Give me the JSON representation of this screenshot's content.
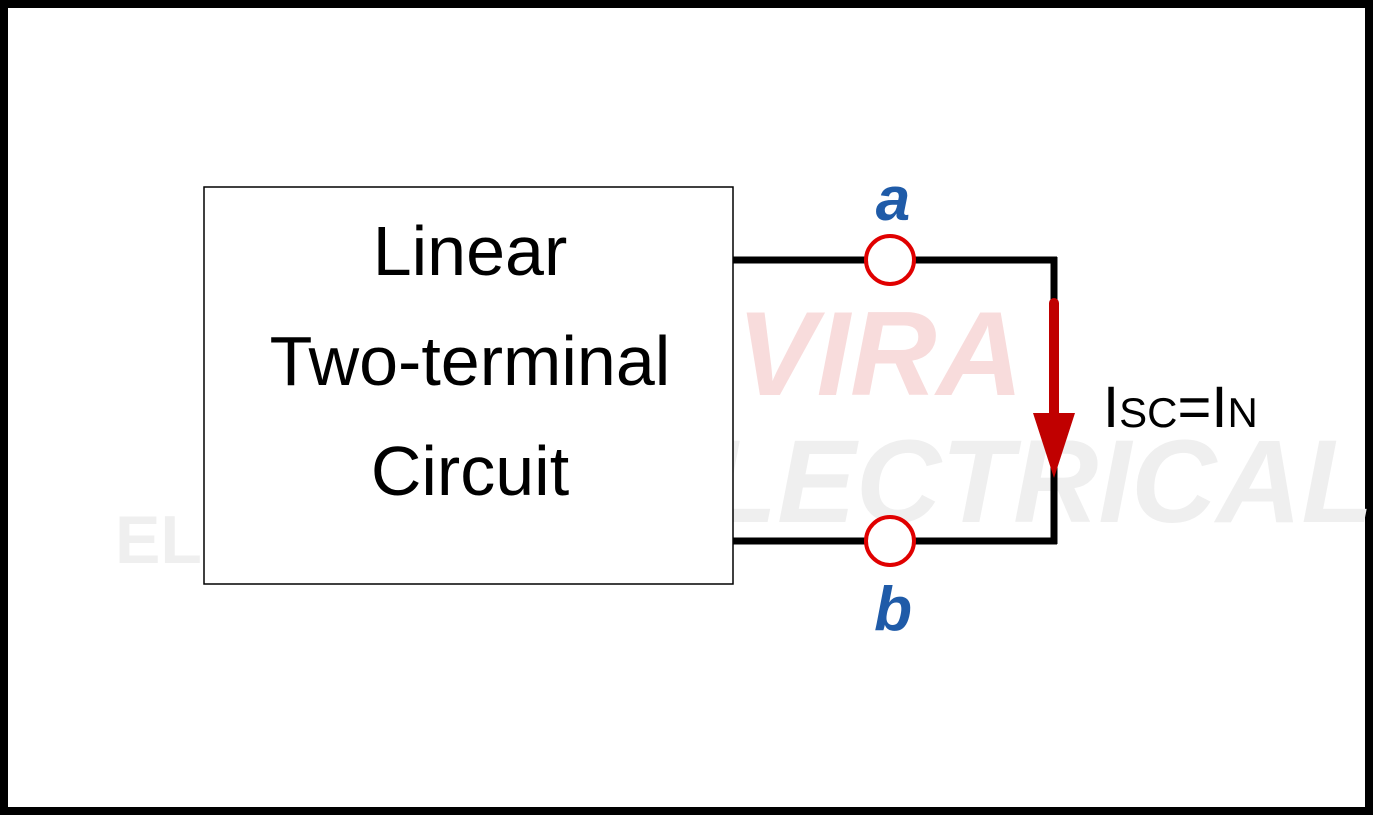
{
  "diagram": {
    "box_lines": [
      "Linear",
      "Two-terminal",
      "Circuit"
    ],
    "terminal_a": "a",
    "terminal_b": "b",
    "current_main": "I",
    "current_sub_sc": "SC",
    "current_equals": "=",
    "current_sub_n": "N",
    "watermark_top": "VIRA",
    "watermark_bottom": "ELECTRICAL",
    "watermark_left": "EL"
  },
  "colors": {
    "wire": "#000000",
    "terminal": "#e00000",
    "terminal_label": "#1f5ba8",
    "arrow": "#c00000",
    "watermark_red": "#f8dcdc",
    "watermark_gray": "#efefef"
  }
}
